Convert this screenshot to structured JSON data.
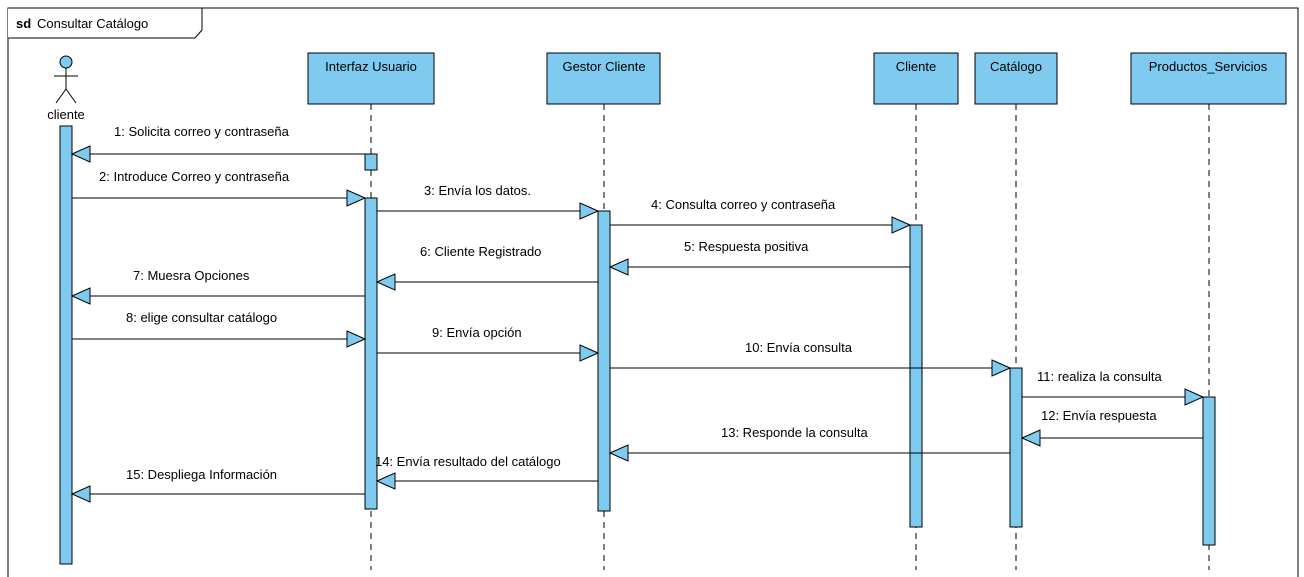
{
  "frame": {
    "keyword": "sd",
    "name": "Consultar Catálogo"
  },
  "colors": {
    "fill": "#7ECBEF",
    "stroke": "#000000",
    "background": "#FFFFFF"
  },
  "lifelines": [
    {
      "id": "cliente_actor",
      "kind": "actor",
      "label": "cliente",
      "icon": "stick-figure-icon"
    },
    {
      "id": "interfaz",
      "kind": "object",
      "label": "Interfaz Usuario"
    },
    {
      "id": "gestor",
      "kind": "object",
      "label": "Gestor Cliente"
    },
    {
      "id": "cliente",
      "kind": "object",
      "label": "Cliente"
    },
    {
      "id": "catalogo",
      "kind": "object",
      "label": "Catálogo"
    },
    {
      "id": "productos",
      "kind": "object",
      "label": "Productos_Servicios"
    }
  ],
  "messages": [
    {
      "label": "1: Solicita correo y contraseña",
      "from": "interfaz",
      "to": "cliente_actor"
    },
    {
      "label": "2: Introduce Correo y contraseña",
      "from": "cliente_actor",
      "to": "interfaz"
    },
    {
      "label": "3: Envía los datos.",
      "from": "interfaz",
      "to": "gestor"
    },
    {
      "label": "4: Consulta correo y contraseña",
      "from": "gestor",
      "to": "cliente"
    },
    {
      "label": "5: Respuesta positiva",
      "from": "cliente",
      "to": "gestor"
    },
    {
      "label": "6: Cliente Registrado",
      "from": "gestor",
      "to": "interfaz"
    },
    {
      "label": "7: Muesra Opciones",
      "from": "interfaz",
      "to": "cliente_actor"
    },
    {
      "label": "8: elige consultar catálogo",
      "from": "cliente_actor",
      "to": "interfaz"
    },
    {
      "label": "9: Envía opción",
      "from": "interfaz",
      "to": "gestor"
    },
    {
      "label": "10: Envía consulta",
      "from": "gestor",
      "to": "catalogo"
    },
    {
      "label": "11: realiza la consulta",
      "from": "catalogo",
      "to": "productos"
    },
    {
      "label": "12: Envía respuesta",
      "from": "productos",
      "to": "catalogo"
    },
    {
      "label": "13: Responde la consulta",
      "from": "catalogo",
      "to": "gestor"
    },
    {
      "label": "14: Envía resultado del catálogo",
      "from": "gestor",
      "to": "interfaz"
    },
    {
      "label": "15: Despliega Información",
      "from": "interfaz",
      "to": "cliente_actor"
    }
  ]
}
